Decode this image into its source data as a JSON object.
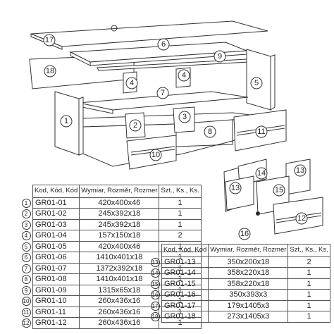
{
  "callouts": {
    "c1": "1",
    "c2": "2",
    "c3": "3",
    "c4": "4",
    "c5": "5",
    "c6": "6",
    "c7": "7",
    "c8": "8",
    "c9": "9",
    "c10": "10",
    "c11": "11",
    "c12": "12",
    "c13": "13",
    "c14": "14",
    "c15": "15",
    "c16": "16",
    "c17": "17",
    "c18": "18"
  },
  "table_left": {
    "headers": {
      "code": "Kod, Kód, Kód",
      "dims": "Wymiar, Rozměr, Rozmer",
      "qty": "Szt., Ks., Ks."
    },
    "rows": [
      {
        "num": "1",
        "code": "GR01-01",
        "dims": "420x400x46",
        "qty": "1"
      },
      {
        "num": "2",
        "code": "GR01-02",
        "dims": "245x392x18",
        "qty": "1"
      },
      {
        "num": "3",
        "code": "GR01-03",
        "dims": "245x392x18",
        "qty": "1"
      },
      {
        "num": "4",
        "code": "GR01-04",
        "dims": "157x150x18",
        "qty": "2"
      },
      {
        "num": "5",
        "code": "GR01-05",
        "dims": "420x400x46",
        "qty": "1"
      },
      {
        "num": "6",
        "code": "GR01-06",
        "dims": "1410x401x18",
        "qty": "1"
      },
      {
        "num": "7",
        "code": "GR01-07",
        "dims": "1372x392x18",
        "qty": "1"
      },
      {
        "num": "8",
        "code": "GR01-08",
        "dims": "1410x401x18",
        "qty": "1"
      },
      {
        "num": "9",
        "code": "GR01-09",
        "dims": "1315x65x18",
        "qty": "1"
      },
      {
        "num": "10",
        "code": "GR01-10",
        "dims": "260x436x16",
        "qty": "1"
      },
      {
        "num": "11",
        "code": "GR01-11",
        "dims": "260x436x16",
        "qty": "1"
      },
      {
        "num": "12",
        "code": "GR01-12",
        "dims": "260x436x16",
        "qty": "1"
      }
    ]
  },
  "table_right": {
    "headers": {
      "code": "Kod, Kód, Kód",
      "dims": "Wymiar, Rozměr, Rozmer",
      "qty": "Szt., Ks., Ks."
    },
    "rows": [
      {
        "num": "13",
        "code": "GR01-13",
        "dims": "350x200x18",
        "qty": "2"
      },
      {
        "num": "14",
        "code": "GR01-14",
        "dims": "358x220x18",
        "qty": "1"
      },
      {
        "num": "15",
        "code": "GR01-15",
        "dims": "358x220x18",
        "qty": "1"
      },
      {
        "num": "16",
        "code": "GR01-16",
        "dims": "350x393x3",
        "qty": "1"
      },
      {
        "num": "17",
        "code": "GR01-17",
        "dims": "179x1405x3",
        "qty": "1"
      },
      {
        "num": "18",
        "code": "GR01-18",
        "dims": "273x1405x3",
        "qty": "1"
      }
    ]
  }
}
